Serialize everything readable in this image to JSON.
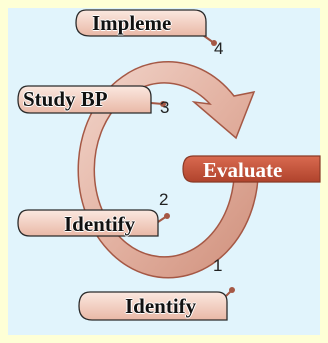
{
  "steps": [
    {
      "number": "1",
      "label": "Identify"
    },
    {
      "number": "2",
      "label": "Identify"
    },
    {
      "number": "3",
      "label": "Study BP"
    },
    {
      "number": "4",
      "label": "Impleme"
    }
  ],
  "center": {
    "label": "Evaluate"
  },
  "colors": {
    "outer_bg": "#feffd6",
    "inner_bg": "#e1f4fc",
    "ring_fill": "#e6b9ab",
    "ring_stroke": "#a55845",
    "evaluate_fill": "#c4543a",
    "pill_fill": "#f4d3c6",
    "pill_stroke": "#2b2b2b"
  }
}
